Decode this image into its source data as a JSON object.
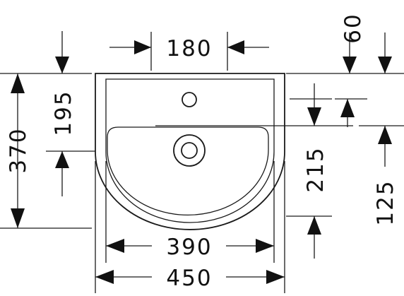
{
  "dimensions": {
    "outer_width": "450",
    "bowl_width": "390",
    "tap_zone_width": "180",
    "total_depth": "370",
    "tap_hole_depth": "195",
    "rim_to_front": "215",
    "drain_offset": "125",
    "tap_offset": "60"
  },
  "colors": {
    "line": "#1a1a1a",
    "background": "#ffffff"
  }
}
